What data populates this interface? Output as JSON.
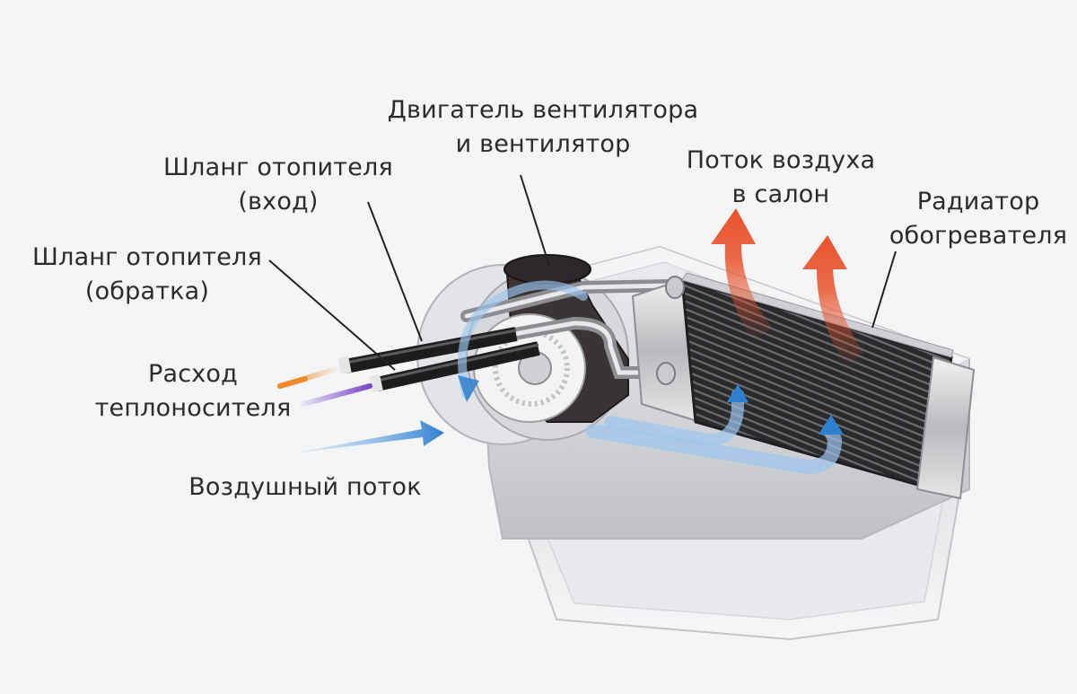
{
  "labels": {
    "blower": {
      "line1": "Двигатель вентилятора",
      "line2": "и вентилятор"
    },
    "hose_in": {
      "line1": "Шланг отопителя",
      "line2": "(вход)"
    },
    "hose_return": {
      "line1": "Шланг отопителя",
      "line2": "(обратка)"
    },
    "cabin_air": {
      "line1": "Поток воздуха",
      "line2": "в салон"
    },
    "heater_core": {
      "line1": "Радиатор",
      "line2": "обогревателя"
    },
    "coolant": {
      "line1": "Расход",
      "line2": "теплоносителя"
    },
    "air_flow": {
      "line1": "Воздушный поток"
    }
  },
  "colors": {
    "background": "#f4f5f7",
    "hot_air": "#e8522b",
    "cool_air": "#2f7fd0",
    "coolant_in": "#f08a2a",
    "coolant_out": "#7a46c8",
    "hose": "#1d1d1d",
    "housing": "#d3d4d8"
  }
}
